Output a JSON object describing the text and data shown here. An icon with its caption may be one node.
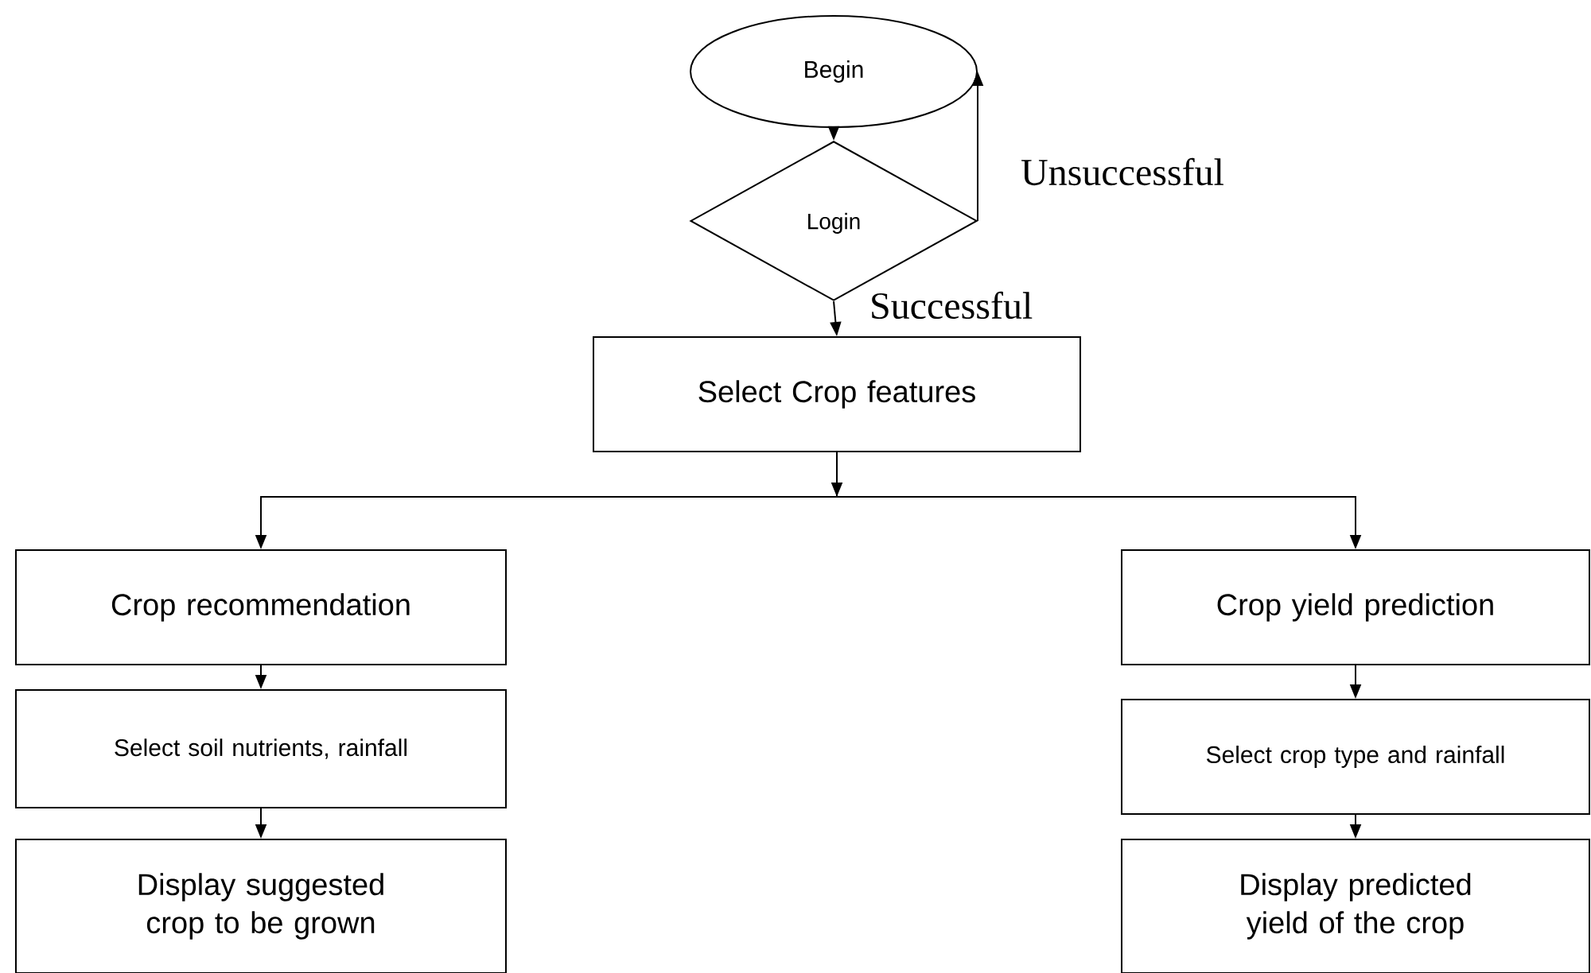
{
  "diagram": {
    "nodes": [
      {
        "text": [
          "Begin"
        ]
      },
      {
        "text": [
          "Login"
        ]
      },
      {
        "text": [
          "Select Crop features"
        ]
      },
      {
        "text": [
          "Crop recommendation"
        ]
      },
      {
        "text": [
          "Select soil nutrients, rainfall"
        ]
      },
      {
        "text": [
          "Display suggested crop to be grown"
        ]
      },
      {
        "text": [
          "Crop yield prediction"
        ]
      },
      {
        "text": [
          "Select crop type and rainfall"
        ]
      },
      {
        "text": [
          "Display predicted yield of the crop"
        ]
      }
    ],
    "edges": [
      {
        "from": 0,
        "to": 1,
        "arrow": "to"
      },
      {
        "from": 1,
        "to": 0,
        "arrow": "to",
        "label": "Unsuccessful"
      },
      {
        "from": 1,
        "to": 2,
        "arrow": "to",
        "label": "Successful"
      },
      {
        "from": 2,
        "to": 3,
        "arrow": "to"
      },
      {
        "from": 2,
        "to": 6,
        "arrow": "to"
      },
      {
        "from": 3,
        "to": 4,
        "arrow": "to"
      },
      {
        "from": 4,
        "to": 5,
        "arrow": "to"
      },
      {
        "from": 6,
        "to": 7,
        "arrow": "to"
      },
      {
        "from": 7,
        "to": 8,
        "arrow": "to"
      }
    ]
  }
}
